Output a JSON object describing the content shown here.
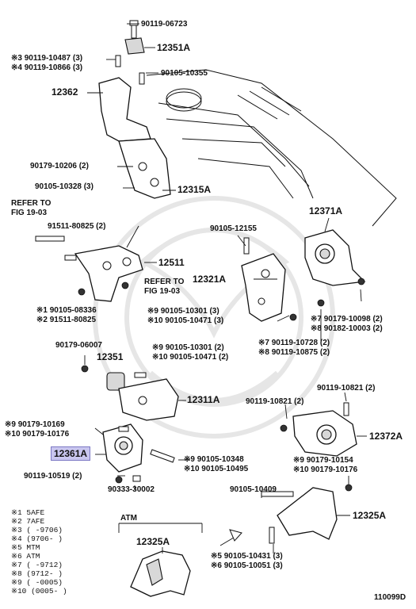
{
  "labels": {
    "p90119_06723": "90119-06723",
    "p12351a_top": "12351A",
    "p90119_10487": "※3 90119-10487 (3)",
    "p90119_10866": "※4 90119-10866 (3)",
    "p90105_10355": "90105-10355",
    "p12362": "12362",
    "p90179_10206": "90179-10206 (2)",
    "p90105_10328": "90105-10328 (3)",
    "p12315a": "12315A",
    "refer_fig_1_line1": "REFER TO",
    "refer_fig_1_line2": "FIG 19-03",
    "p91511_80825a": "91511-80825 (2)",
    "p12511": "12511",
    "refer_fig_2_line1": "REFER TO",
    "refer_fig_2_line2": "FIG 19-03",
    "p90105_08336": "※1 90105-08336",
    "p91511_80825b": "※2 91511-80825",
    "p12371a": "12371A",
    "p90105_12155": "90105-12155",
    "p12321a": "12321A",
    "p90105_10301_3": "※9 90105-10301 (3)",
    "p90105_10471_3": "※10 90105-10471 (3)",
    "p90179_10098": "※7 90179-10098 (2)",
    "p90182_10003": "※8 90182-10003 (2)",
    "p90119_10728": "※7 90119-10728 (2)",
    "p90119_10875": "※8 90119-10875 (2)",
    "p90179_06007": "90179-06007",
    "p90105_10301_2": "※9 90105-10301 (2)",
    "p90105_10471_2": "※10 90105-10471 (2)",
    "p12351": "12351",
    "p12311a": "12311A",
    "p90119_10821_2a": "90119-10821 (2)",
    "p90119_10821_2b": "90119-10821 (2)",
    "p90179_10169": "※9 90179-10169",
    "p90179_10176a": "※10 90179-10176",
    "p12361a": "12361A",
    "p12372a": "12372A",
    "p90105_10348": "※9 90105-10348",
    "p90105_10495": "※10 90105-10495",
    "p90179_10154": "※9 90179-10154",
    "p90179_10176b": "※10 90179-10176",
    "p90119_10519": "90119-10519 (2)",
    "p90333_30002": "90333-30002",
    "p90105_10409": "90105-10409",
    "p12325a_right": "12325A",
    "atm_header": "ATM",
    "p12325a_atm": "12325A",
    "p90105_10431": "※5 90105-10431 (3)",
    "p90105_10051": "※6 90105-10051 (3)",
    "diagram_id": "110099D"
  },
  "legend": [
    "※1 5AFE",
    "※2 7AFE",
    "※3 (      -9706)",
    "※4 (9706-      )",
    "※5 MTM",
    "※6 ATM",
    "※7 (      -9712)",
    "※8 (9712-      )",
    "※9 (      -0005)",
    "※10 (0005-      )"
  ]
}
